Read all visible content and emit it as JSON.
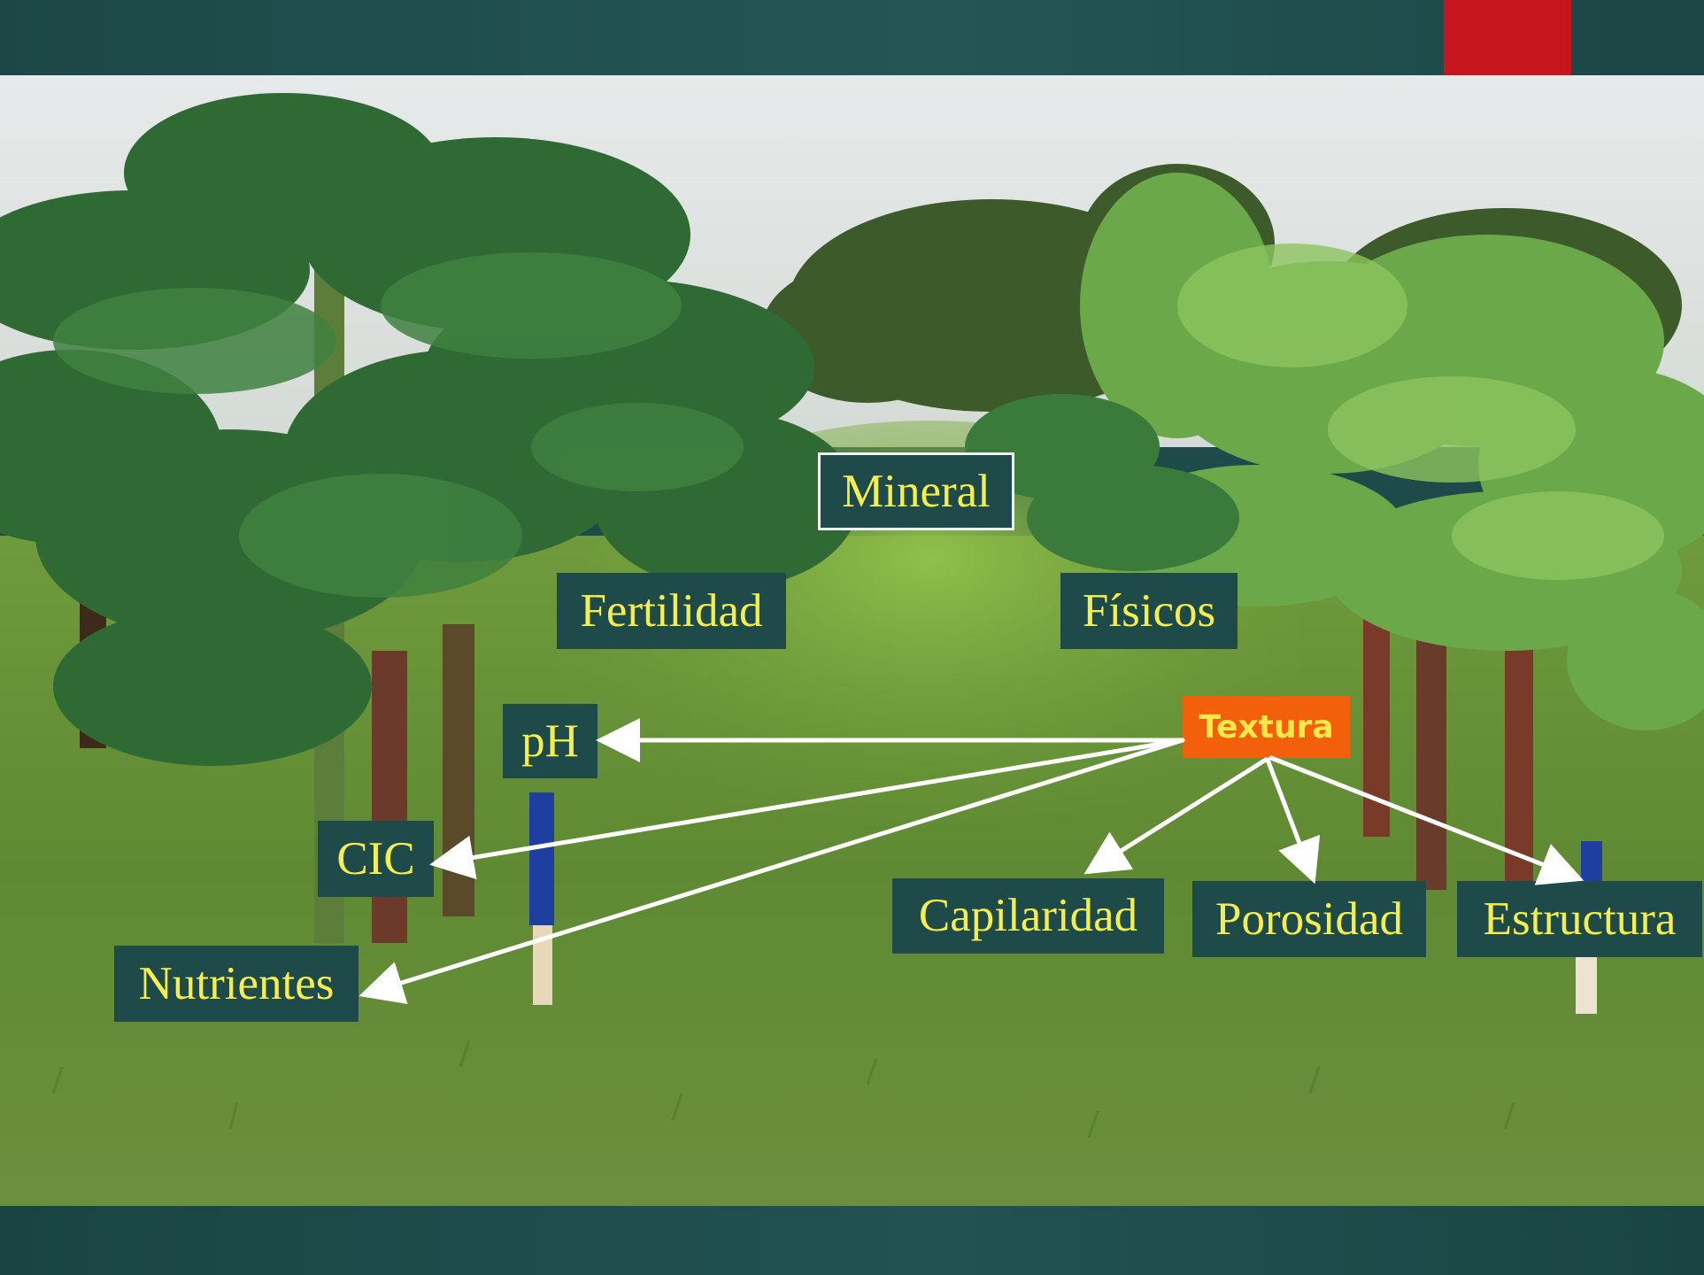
{
  "labels": {
    "mineral": "Mineral",
    "fertilidad": "Fertilidad",
    "fisicos": "Físicos",
    "ph": "pH",
    "cic": "CIC",
    "nutrientes": "Nutrientes",
    "textura": "Textura",
    "capilaridad": "Capilaridad",
    "porosidad": "Porosidad",
    "estructura": "Estructura"
  },
  "colors": {
    "band": "#1f4a4a",
    "accent_red": "#c4161c",
    "label_bg": "#1f4a4a",
    "label_text": "#f6ee4d",
    "textura_bg": "#f2600c",
    "textura_text": "#ffe94a",
    "arrow": "#ffffff"
  },
  "relations": [
    {
      "from": "textura",
      "to": "ph"
    },
    {
      "from": "textura",
      "to": "cic"
    },
    {
      "from": "textura",
      "to": "nutrientes"
    },
    {
      "from": "textura",
      "to": "capilaridad"
    },
    {
      "from": "textura",
      "to": "porosidad"
    },
    {
      "from": "textura",
      "to": "estructura"
    }
  ]
}
